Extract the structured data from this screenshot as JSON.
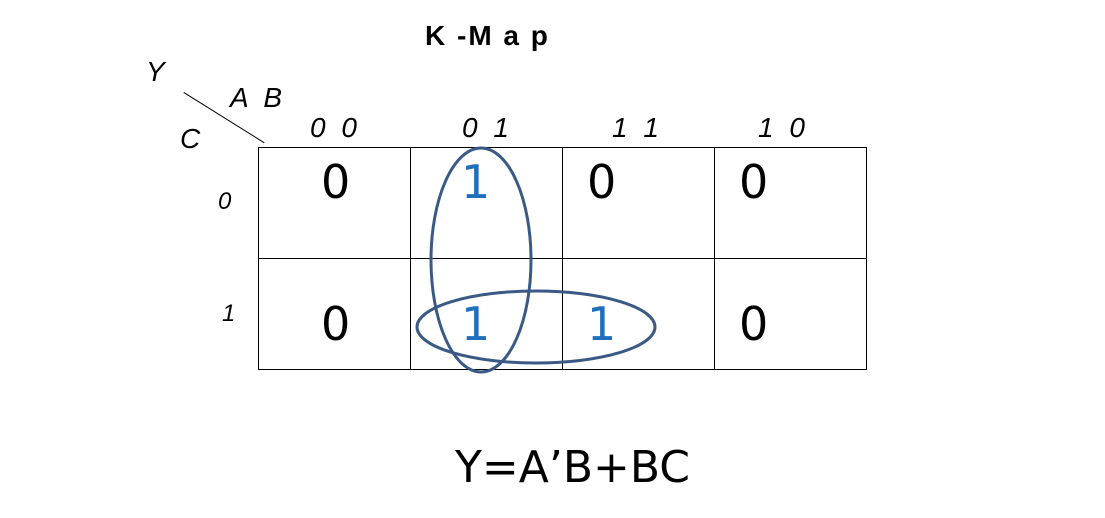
{
  "title": "K -M a p",
  "output_var": "Y",
  "row_var": "C",
  "col_var": "A B",
  "col_headers": [
    "0 0",
    "0 1",
    "1 1",
    "1 0"
  ],
  "row_headers": [
    "0",
    "1"
  ],
  "cells": [
    [
      "0",
      "1",
      "0",
      "0"
    ],
    [
      "0",
      "1",
      "1",
      "0"
    ]
  ],
  "colors": {
    "one": "#1f6fbf",
    "zero": "#000000",
    "loop": "#3a5a85"
  },
  "loops": [
    {
      "name": "vertical-loop-col-01",
      "cells": [
        [
          0,
          1
        ],
        [
          1,
          1
        ]
      ]
    },
    {
      "name": "horizontal-loop-row-1",
      "cells": [
        [
          1,
          1
        ],
        [
          1,
          2
        ]
      ]
    }
  ],
  "equation": "Y=A’B+BC"
}
